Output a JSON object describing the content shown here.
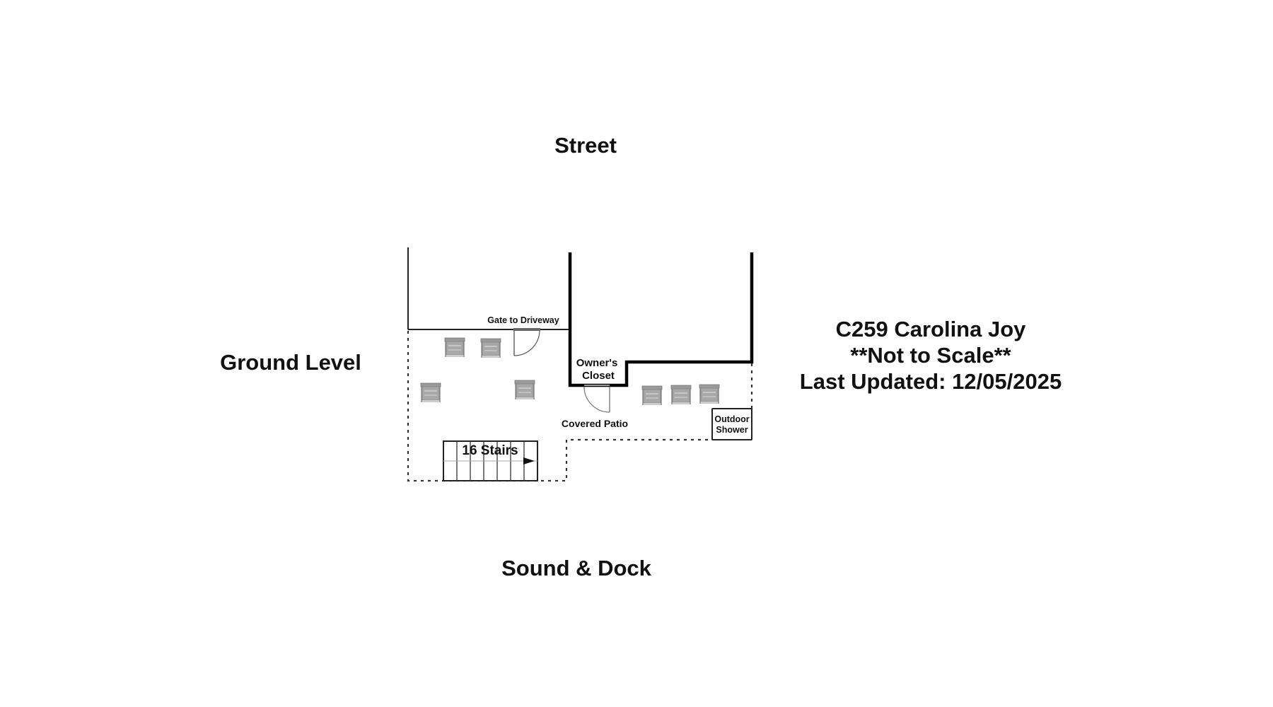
{
  "labels": {
    "top": "Street",
    "left": "Ground Level",
    "bottom": "Sound & Dock"
  },
  "title_block": {
    "property": "C259 Carolina Joy",
    "scale_note": "**Not to Scale**",
    "last_updated": "Last Updated: 12/05/2025"
  },
  "plan": {
    "gate_label": "Gate to Driveway",
    "closet_label_line1": "Owner's",
    "closet_label_line2": "Closet",
    "patio_label": "Covered Patio",
    "shower_label_line1": "Outdoor",
    "shower_label_line2": "Shower",
    "stairs_label": "16 Stairs",
    "chair_count": 7
  }
}
